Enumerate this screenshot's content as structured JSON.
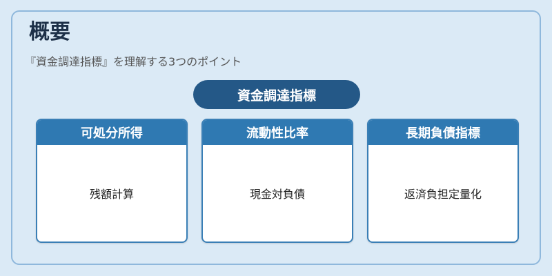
{
  "title": "概要",
  "subtitle": "『資金調達指標』を理解する3つのポイント",
  "center_label": "資金調達指標",
  "cards": [
    {
      "header": "可処分所得",
      "body": "残額計算"
    },
    {
      "header": "流動性比率",
      "body": "現金対負債"
    },
    {
      "header": "長期負債指標",
      "body": "返済負担定量化"
    }
  ],
  "colors": {
    "background": "#dbeaf6",
    "panel_border": "#8fb8dc",
    "center_pill": "#245887",
    "card_header": "#2f79b2",
    "card_border": "#3a7fb6"
  }
}
